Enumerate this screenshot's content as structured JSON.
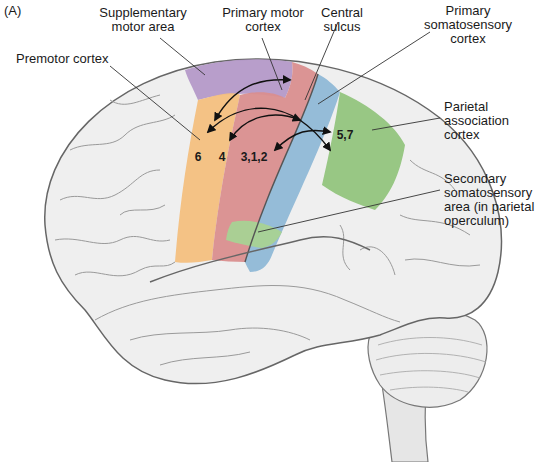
{
  "diagram": {
    "labels": [
      "(A)",
      "Supplementary motor area",
      "Primary motor cortex",
      "Central sulcus",
      "Primary somatosensory cortex",
      "Premotor cortex",
      "Parietal association cortex",
      "Secondary somatosensory area (in parietal operculum)",
      "6",
      "4",
      "3,1,2",
      "5,7"
    ]
  }
}
